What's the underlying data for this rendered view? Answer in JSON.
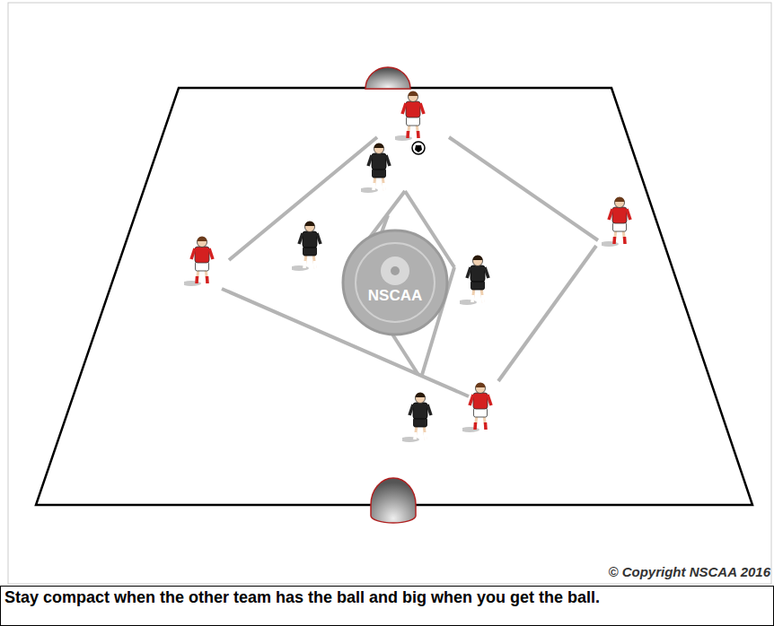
{
  "diagram": {
    "caption": "Stay compact when the other team has the ball and big when you get the ball.",
    "labels": [
      "NSCAA",
      "© Copyright NSCAA 2016"
    ]
  }
}
